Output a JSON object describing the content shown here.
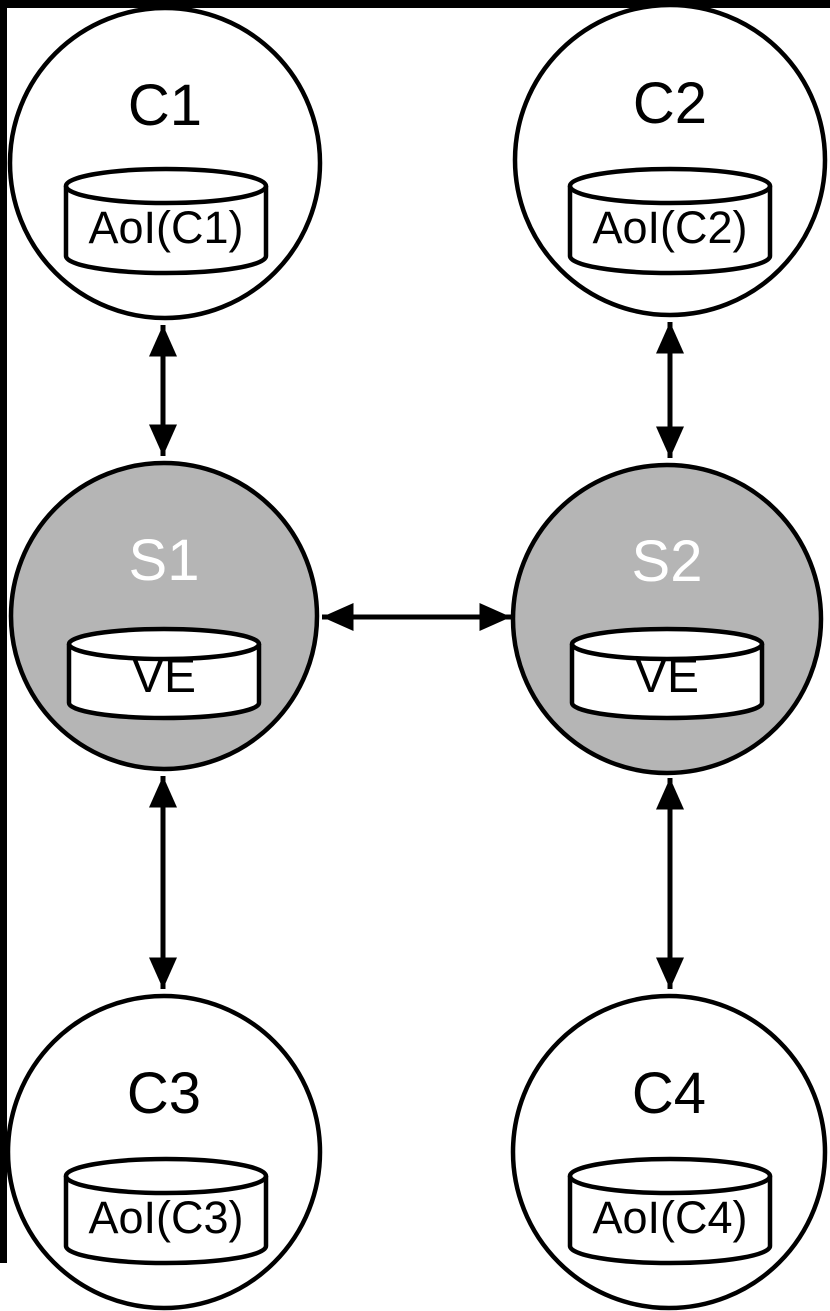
{
  "diagram": {
    "description": "Client-server replication diagram: clients C1-C4 with AoI stores connected to servers S1 and S2 holding VE stores",
    "nodes": [
      {
        "id": "C1",
        "label": "C1",
        "role": "client",
        "store": "AoI(C1)"
      },
      {
        "id": "C2",
        "label": "C2",
        "role": "client",
        "store": "AoI(C2)"
      },
      {
        "id": "S1",
        "label": "S1",
        "role": "server",
        "store": "VE"
      },
      {
        "id": "S2",
        "label": "S2",
        "role": "server",
        "store": "VE"
      },
      {
        "id": "C3",
        "label": "C3",
        "role": "client",
        "store": "AoI(C3)"
      },
      {
        "id": "C4",
        "label": "C4",
        "role": "client",
        "store": "AoI(C4)"
      }
    ],
    "edges": [
      {
        "from": "C1",
        "to": "S1",
        "direction": "bidirectional"
      },
      {
        "from": "C2",
        "to": "S2",
        "direction": "bidirectional"
      },
      {
        "from": "S1",
        "to": "S2",
        "direction": "bidirectional"
      },
      {
        "from": "S1",
        "to": "C3",
        "direction": "bidirectional"
      },
      {
        "from": "S2",
        "to": "C4",
        "direction": "bidirectional"
      }
    ],
    "colors": {
      "background": "#ffffff",
      "frame": "#000000",
      "node_stroke": "#000000",
      "client_fill": "#ffffff",
      "server_fill": "#b5b5b5",
      "client_label_color": "#000000",
      "server_label_color": "#ffffff",
      "store_fill": "#ffffff",
      "store_text_color": "#000000",
      "edge_color": "#000000"
    }
  }
}
